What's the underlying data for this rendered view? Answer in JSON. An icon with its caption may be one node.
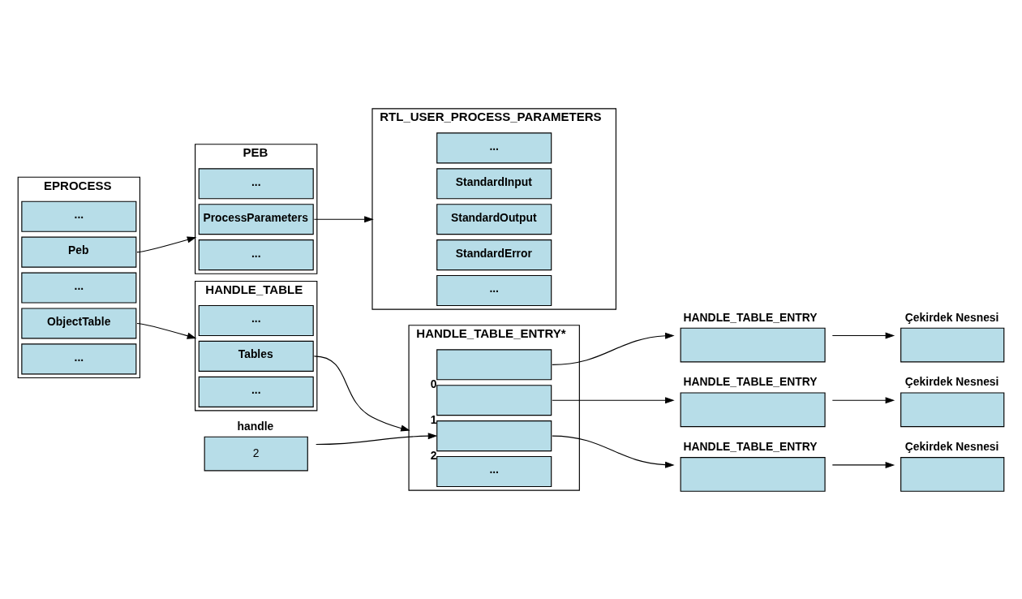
{
  "diagram": {
    "nodes": [
      {
        "text": [
          "EPROCESS"
        ]
      },
      {
        "text": [
          "..."
        ],
        "in": 0
      },
      {
        "text": [
          "Peb"
        ],
        "in": 0
      },
      {
        "text": [
          "..."
        ],
        "in": 0
      },
      {
        "text": [
          "ObjectTable"
        ],
        "in": 0
      },
      {
        "text": [
          "..."
        ],
        "in": 0
      },
      {
        "text": [
          "PEB"
        ]
      },
      {
        "text": [
          "..."
        ],
        "in": 6
      },
      {
        "text": [
          "ProcessParameters"
        ],
        "in": 6
      },
      {
        "text": [
          "..."
        ],
        "in": 6
      },
      {
        "text": [
          "RTL_USER_PROCESS_PARAMETERS"
        ]
      },
      {
        "text": [
          "..."
        ],
        "in": 10
      },
      {
        "text": [
          "StandardInput"
        ],
        "in": 10
      },
      {
        "text": [
          "StandardOutput"
        ],
        "in": 10
      },
      {
        "text": [
          "StandardError"
        ],
        "in": 10
      },
      {
        "text": [
          "..."
        ],
        "in": 10
      },
      {
        "text": [
          "HANDLE_TABLE"
        ]
      },
      {
        "text": [
          "..."
        ],
        "in": 16
      },
      {
        "text": [
          "Tables"
        ],
        "in": 16
      },
      {
        "text": [
          "..."
        ],
        "in": 16
      },
      {
        "text": [
          "HANDLE_TABLE_ENTRY*"
        ]
      },
      {
        "text": [],
        "shape": "box",
        "beside": [
          "0"
        ],
        "in": 20
      },
      {
        "text": [],
        "shape": "box",
        "beside": [
          "1"
        ],
        "in": 20
      },
      {
        "text": [],
        "shape": "box",
        "beside": [
          "2"
        ],
        "in": 20
      },
      {
        "text": [
          "..."
        ],
        "in": 20
      },
      {
        "text": [
          "HANDLE_TABLE_ENTRY"
        ]
      },
      {
        "text": [
          "Çekirdek Nesnesi"
        ]
      },
      {
        "text": [
          "HANDLE_TABLE_ENTRY"
        ]
      },
      {
        "text": [
          "Çekirdek Nesnesi"
        ]
      },
      {
        "text": [
          "HANDLE_TABLE_ENTRY"
        ]
      },
      {
        "text": [
          "Çekirdek Nesnesi"
        ]
      },
      {
        "text": [
          "handle",
          "2"
        ]
      }
    ],
    "edges": [
      {
        "from": 2,
        "to": 6,
        "arrow": "to"
      },
      {
        "from": 8,
        "to": 10,
        "arrow": "to"
      },
      {
        "from": 4,
        "to": 16,
        "arrow": "to"
      },
      {
        "from": 18,
        "to": 20,
        "arrow": "to"
      },
      {
        "from": 21,
        "to": 25,
        "arrow": "to"
      },
      {
        "from": 22,
        "to": 27,
        "arrow": "to"
      },
      {
        "from": 23,
        "to": 29,
        "arrow": "to"
      },
      {
        "from": 25,
        "to": 26,
        "arrow": "to"
      },
      {
        "from": 27,
        "to": 28,
        "arrow": "to"
      },
      {
        "from": 29,
        "to": 30,
        "arrow": "to"
      },
      {
        "from": 31,
        "to": 23,
        "arrow": "to"
      }
    ]
  }
}
